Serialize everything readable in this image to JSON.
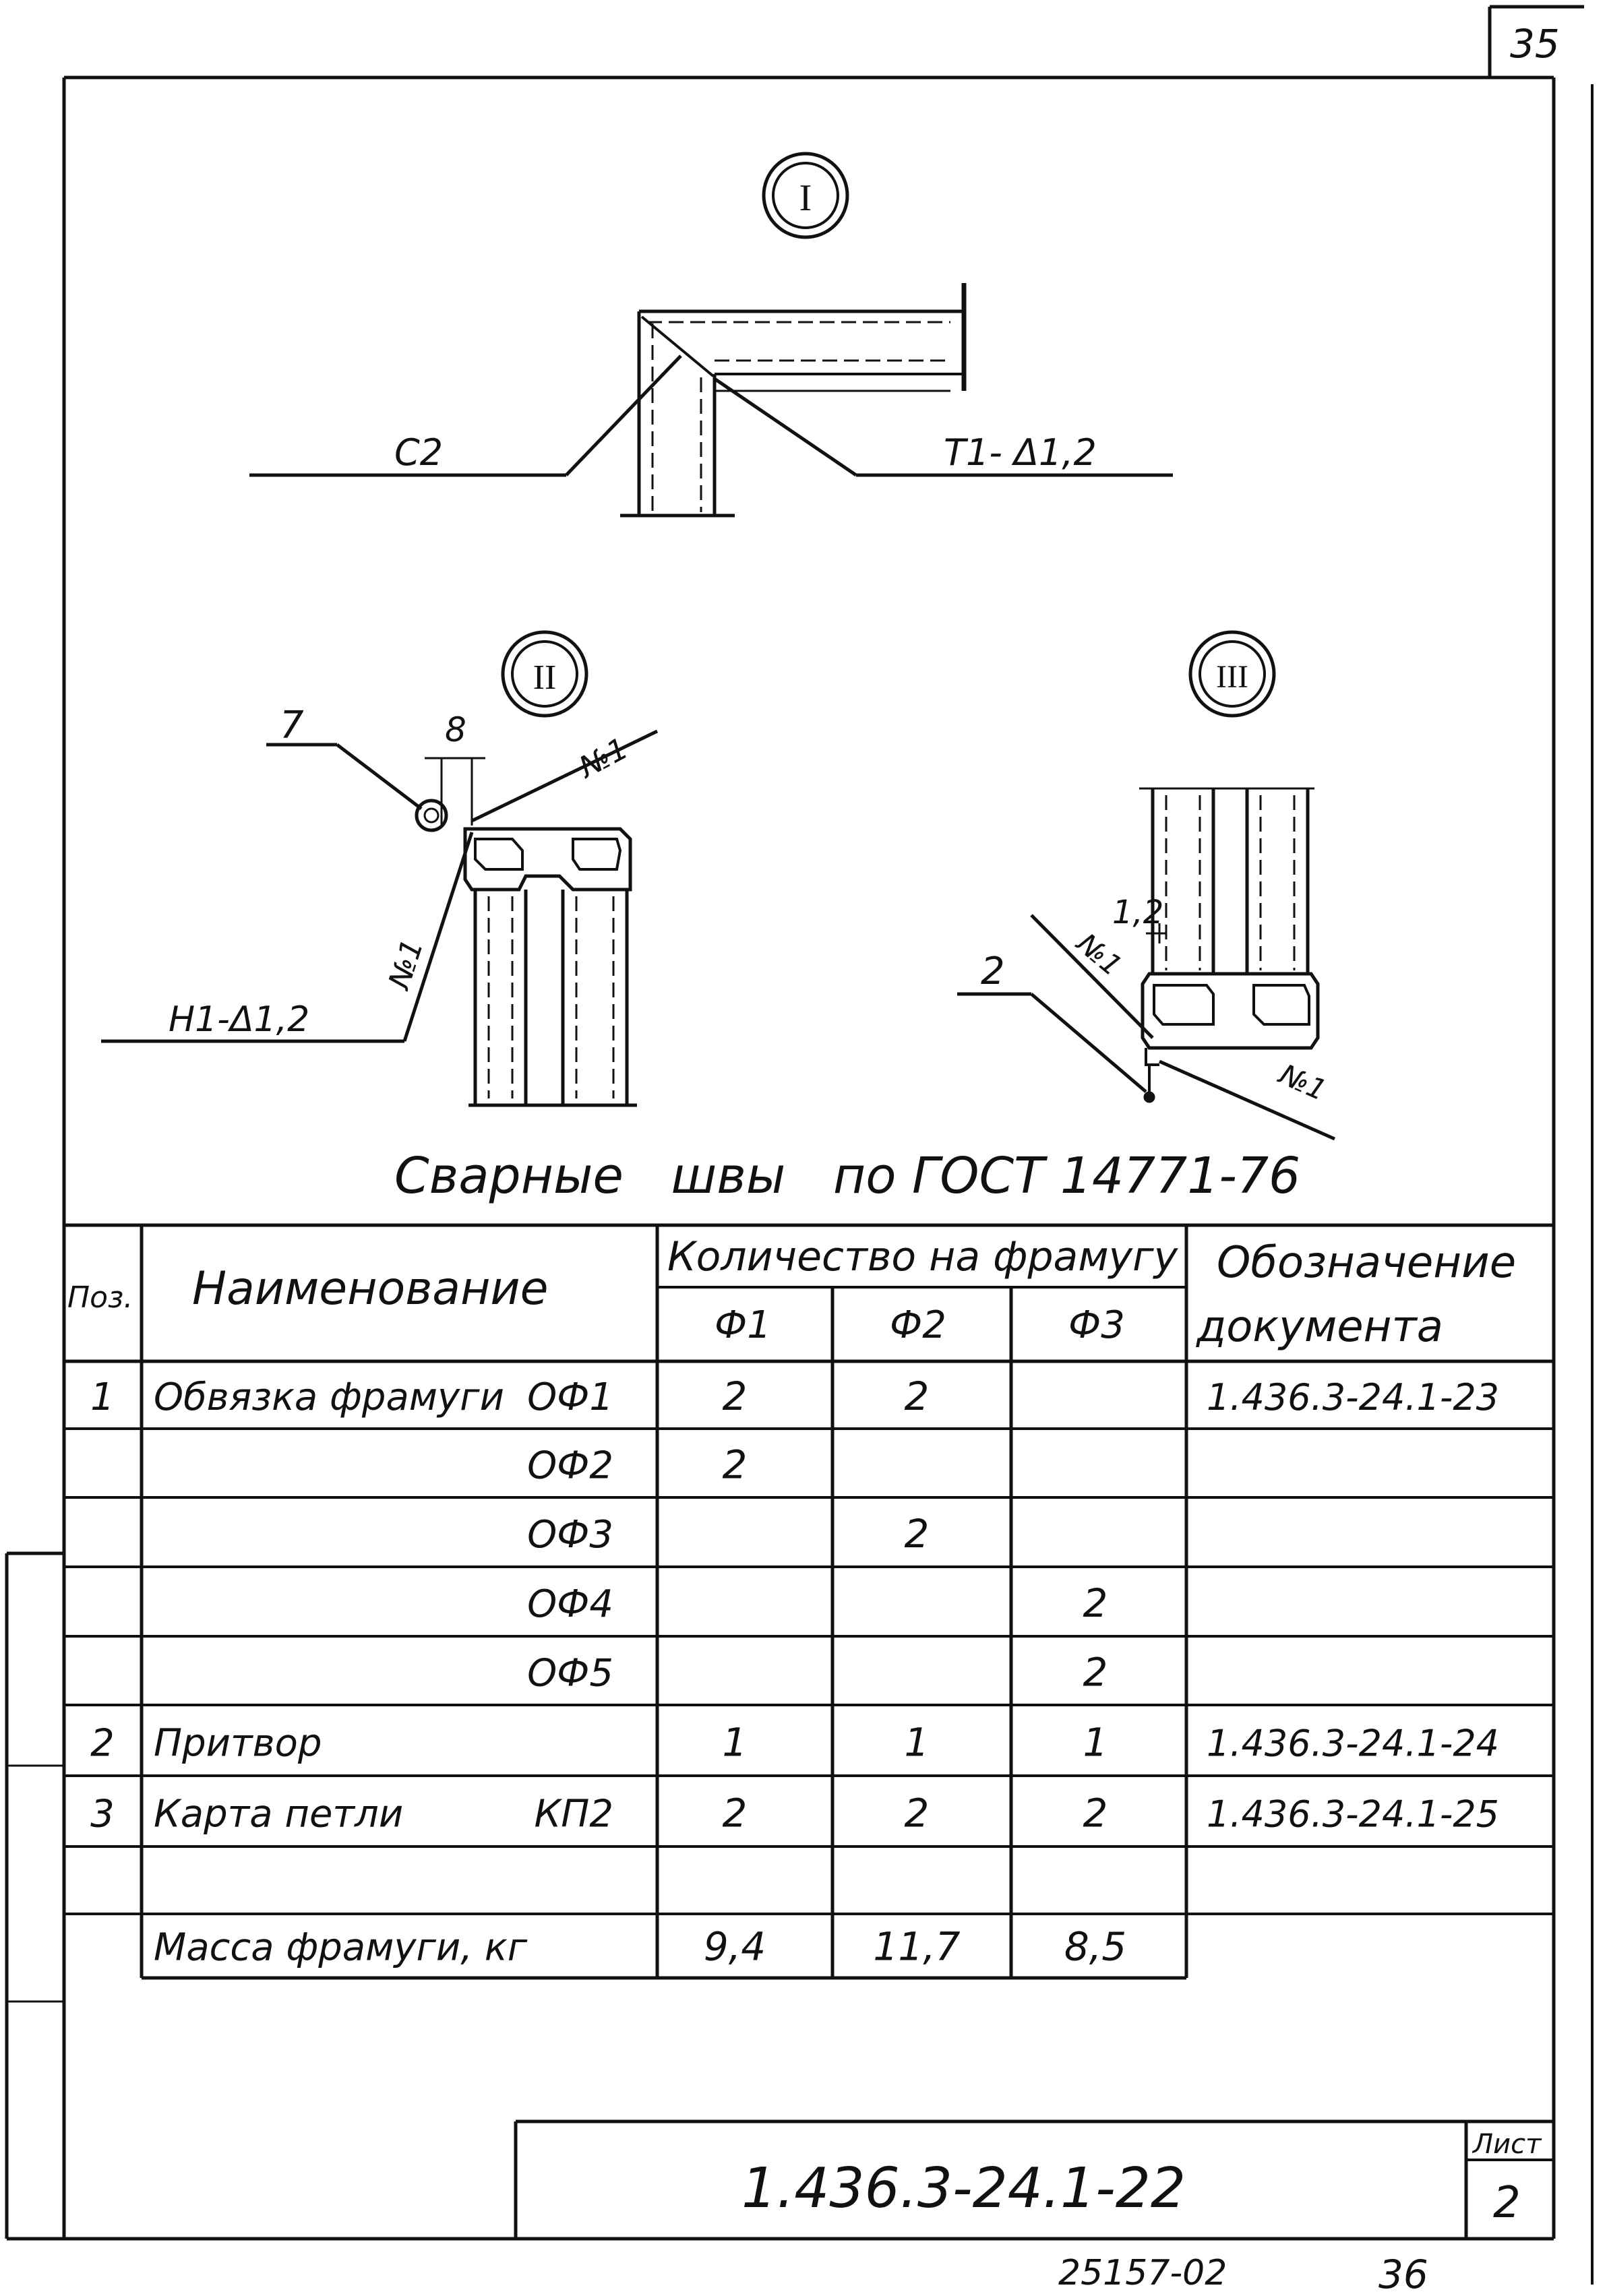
{
  "page": {
    "corner_number": "35",
    "bottom_note": "25157-02",
    "bottom_note_2": "36"
  },
  "details": {
    "detail_1": {
      "marker": "I",
      "label_left": "С2",
      "label_right": "Т1- Δ1,2"
    },
    "detail_2": {
      "marker": "II",
      "label_pos": "7",
      "label_dim": "8",
      "label_n1_top": "№1",
      "label_n1_side": "№1",
      "label_weld": "Н1-Δ1,2"
    },
    "detail_3": {
      "marker": "III",
      "label_dim": "1,2",
      "label_pos": "2",
      "label_n1_upper": "№1",
      "label_n1_lower": "№1"
    },
    "caption": "Сварные   швы   по ГОСТ 14771-76"
  },
  "table": {
    "headers": {
      "pos": "Поз.",
      "name": "Наименование",
      "quantity": "Количество на фрамугу",
      "designation_line1": "Обозначение",
      "designation_line2": "документа",
      "sub": [
        "Ф1",
        "Ф2",
        "Ф3"
      ]
    },
    "rows": [
      {
        "pos": "1",
        "name": "Обвязка фрамуги",
        "mark": "ОФ1",
        "f1": "2",
        "f2": "2",
        "f3": "",
        "doc": "1.436.3-24.1-23"
      },
      {
        "pos": "",
        "name": "",
        "mark": "ОФ2",
        "f1": "2",
        "f2": "",
        "f3": "",
        "doc": ""
      },
      {
        "pos": "",
        "name": "",
        "mark": "ОФ3",
        "f1": "",
        "f2": "2",
        "f3": "",
        "doc": ""
      },
      {
        "pos": "",
        "name": "",
        "mark": "ОФ4",
        "f1": "",
        "f2": "",
        "f3": "2",
        "doc": ""
      },
      {
        "pos": "",
        "name": "",
        "mark": "ОФ5",
        "f1": "",
        "f2": "",
        "f3": "2",
        "doc": ""
      },
      {
        "pos": "2",
        "name": "Притвор",
        "mark": "",
        "f1": "1",
        "f2": "1",
        "f3": "1",
        "doc": "1.436.3-24.1-24"
      },
      {
        "pos": "3",
        "name": "Карта петли",
        "mark": "КП2",
        "f1": "2",
        "f2": "2",
        "f3": "2",
        "doc": "1.436.3-24.1-25"
      },
      {
        "pos": "",
        "name": "",
        "mark": "",
        "f1": "",
        "f2": "",
        "f3": "",
        "doc": ""
      },
      {
        "pos": "",
        "name": "Масса фрамуги, кг",
        "mark": "",
        "f1": "9,4",
        "f2": "11,7",
        "f3": "8,5",
        "doc": ""
      }
    ]
  },
  "title_block": {
    "doc_number": "1.436.3-24.1-22",
    "sheet_label": "Лист",
    "sheet_number": "2"
  }
}
